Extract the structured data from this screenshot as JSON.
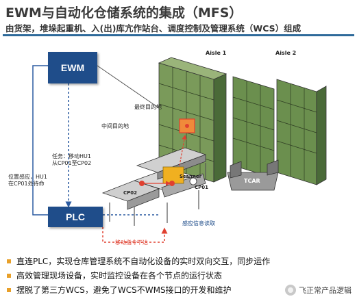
{
  "header": {
    "title": "EWM与自动化仓储系统的集成（MFS）",
    "subtitle": "由货架，堆垛起重机、入(出)库亢作站台、调度控制及管理系统（WCS）组成"
  },
  "diagram": {
    "nodes": {
      "ewm": "EWM",
      "plc": "PLC"
    },
    "aisles": [
      "Aisle 1",
      "Aisle 2"
    ],
    "labels": {
      "final_destination": "最终目的地",
      "intermediate_destination": "中间目的地",
      "task": "任务：移动HU1\n从CP01至CP02",
      "position_sensing": "位置感应，HU1\n在CP01处待命",
      "sensor_info": "感应信息读取",
      "move_command": "移动指令下达",
      "scanner": "Scanner",
      "cp01": "CP01",
      "cp02": "CP02",
      "tcar": "TCAR"
    }
  },
  "bullets": [
    "直连PLC，实现仓库管理系统不自动化设备的实时双向交互，同步运作",
    "高效管理现场设备，实时监控设备在各个节点的运行状态",
    "摆脱了第三方WCS，避免了WCS不WMS接口的开发和维护"
  ],
  "watermark": "飞正常产品逻辑",
  "colors": {
    "node": "#1f4d8a",
    "accent": "#e8a02a",
    "route": "#e04030",
    "shelf": "#6b8f4e",
    "divider": "#2e6a9a"
  }
}
